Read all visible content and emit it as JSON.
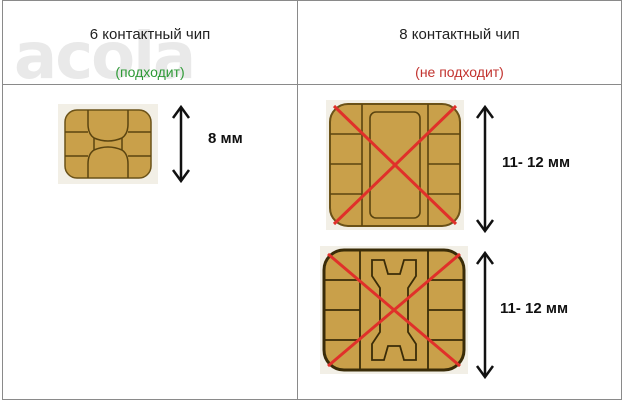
{
  "watermark": "acola",
  "columns": [
    {
      "title": "6 контактный чип",
      "status": "(подходит)",
      "status_color": "#2e9a36"
    },
    {
      "title": "8 контактный чип",
      "status": "(не подходит)",
      "status_color": "#c2332f"
    }
  ],
  "dimensions": {
    "six_pin": "8 мм",
    "eight_pin_a": "11- 12 мм",
    "eight_pin_b": "11- 12 мм"
  },
  "icons": {
    "double_arrow": "vertical-double-arrow-icon",
    "chip": "sim-chip-icon",
    "cross": "red-cross-icon"
  }
}
